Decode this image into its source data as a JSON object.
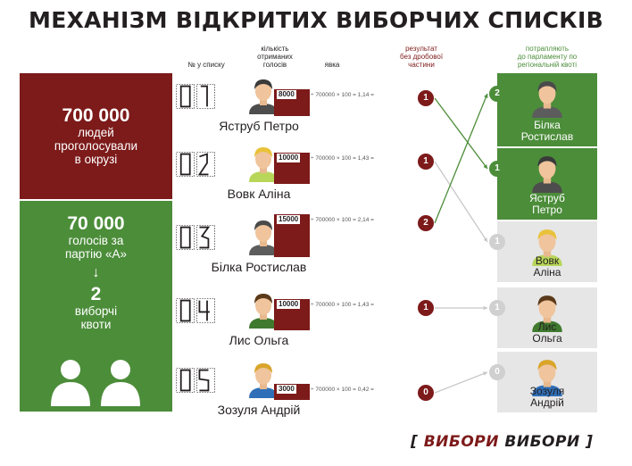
{
  "title": "МЕХАНІЗМ ВІДКРИТИХ ВИБОРЧИХ СПИСКІВ",
  "left_panel": {
    "voters_number": "700 000",
    "voters_text_1": "людей",
    "voters_text_2": "проголосували",
    "voters_text_3": "в окрузі",
    "party_votes_number": "70 000",
    "party_votes_text_1": "голосів за",
    "party_votes_text_2": "партію «А»",
    "arrow": "↓",
    "quotas_number": "2",
    "quotas_text_1": "виборчі",
    "quotas_text_2": "квоти"
  },
  "headers": {
    "list_number": "№ у списку",
    "votes_received_1": "кількість",
    "votes_received_2": "отриманих",
    "votes_received_3": "голосів",
    "turnout": "явка",
    "result_1": "результат",
    "result_2": "без дробової",
    "result_3": "частини",
    "elected_1": "потрапляють",
    "elected_2": "до парламенту по",
    "elected_3": "регіональній квоті"
  },
  "candidates": [
    {
      "list_no": "1",
      "name": "Яструб Петро",
      "votes": "8000",
      "formula": "÷ 700000 × 100 = 1,14 =",
      "result": "1",
      "votes_value": 8000,
      "hair": "#3a3a3a",
      "shirt": "#4d4d4d"
    },
    {
      "list_no": "2",
      "name": "Вовк Аліна",
      "votes": "10000",
      "formula": "÷ 700000 × 100 = 1,43 =",
      "result": "1",
      "votes_value": 10000,
      "hair": "#e9c23a",
      "shirt": "#b8d65a"
    },
    {
      "list_no": "3",
      "name": "Білка Ростислав",
      "votes": "15000",
      "formula": "÷ 700000 × 100 = 2,14 =",
      "result": "2",
      "votes_value": 15000,
      "hair": "#4a4a4a",
      "shirt": "#5c5c5c"
    },
    {
      "list_no": "4",
      "name": "Лис Ольга",
      "votes": "10000",
      "formula": "÷ 700000 × 100 = 1,43 =",
      "result": "1",
      "votes_value": 10000,
      "hair": "#5a3a1a",
      "shirt": "#3f7a2e"
    },
    {
      "list_no": "5",
      "name": "Зозуля Андрій",
      "votes": "3000",
      "formula": "÷ 700000 × 100 = 0,42 =",
      "result": "0",
      "votes_value": 3000,
      "hair": "#d9a52a",
      "shirt": "#2f6fb8"
    }
  ],
  "ranking": [
    {
      "rank": "2",
      "name_1": "Білка",
      "name_2": "Ростислав",
      "status": "elected",
      "hair": "#4a4a4a",
      "shirt": "#5c5c5c"
    },
    {
      "rank": "1",
      "name_1": "Яструб",
      "name_2": "Петро",
      "status": "elected",
      "hair": "#3a3a3a",
      "shirt": "#4d4d4d"
    },
    {
      "rank": "1",
      "name_1": "Вовк",
      "name_2": "Аліна",
      "status": "not_elected",
      "hair": "#e9c23a",
      "shirt": "#b8d65a"
    },
    {
      "rank": "1",
      "name_1": "Лис",
      "name_2": "Ольга",
      "status": "not_elected",
      "hair": "#5a3a1a",
      "shirt": "#3f7a2e"
    },
    {
      "rank": "0",
      "name_1": "Зозуля",
      "name_2": "Андрій",
      "status": "not_elected",
      "hair": "#d9a52a",
      "shirt": "#2f6fb8"
    }
  ],
  "logo": {
    "bracket_open": "[",
    "word_1": "ВИБОРИ",
    "word_2": "ВИБОРИ",
    "bracket_close": "]"
  },
  "colors": {
    "red": "#7d1a1a",
    "green": "#4c8d3a",
    "grey": "#d0d0d0",
    "light_grey": "#e6e6e6",
    "dark": "#231f20"
  }
}
